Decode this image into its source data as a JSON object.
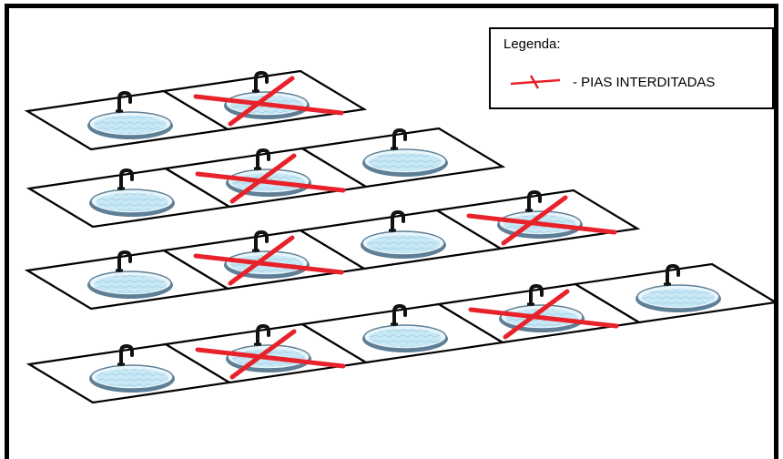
{
  "legend": {
    "title": "Legenda:",
    "text": "- PIAS INTERDITADAS",
    "mark_color": "#e8222a"
  },
  "rows": [
    {
      "name": "row-1",
      "sinks": [
        {
          "interdicted": false
        },
        {
          "interdicted": true
        }
      ]
    },
    {
      "name": "row-2",
      "sinks": [
        {
          "interdicted": false
        },
        {
          "interdicted": true
        },
        {
          "interdicted": false
        }
      ]
    },
    {
      "name": "row-3",
      "sinks": [
        {
          "interdicted": false
        },
        {
          "interdicted": true
        },
        {
          "interdicted": false
        },
        {
          "interdicted": true
        }
      ]
    },
    {
      "name": "row-4",
      "sinks": [
        {
          "interdicted": false
        },
        {
          "interdicted": true
        },
        {
          "interdicted": false
        },
        {
          "interdicted": true
        },
        {
          "interdicted": false
        }
      ]
    }
  ],
  "colors": {
    "water": "#bfe3f2",
    "basin_rim": "#5f7f96",
    "faucet": "#111111",
    "cross": "#e8222a"
  }
}
